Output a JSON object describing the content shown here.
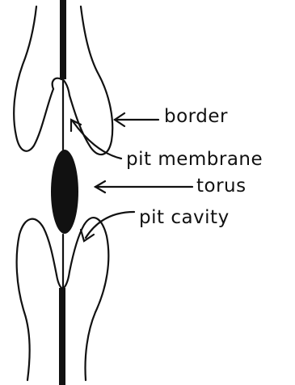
{
  "labels": {
    "border": "border",
    "pit_membrane": "pit membrane",
    "torus": "torus",
    "pit_cavity": "pit cavity"
  },
  "colors": {
    "ink": "#111111",
    "background": "#ffffff"
  }
}
